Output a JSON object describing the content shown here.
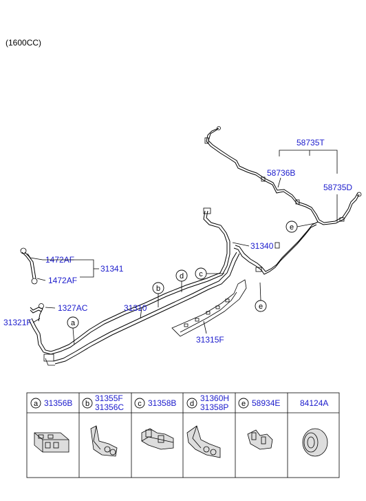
{
  "engine_note": "(1600CC)",
  "parts": {
    "p58735T": "58735T",
    "p58736B": "58736B",
    "p58735D": "58735D",
    "p31340": "31340",
    "p1472AF_top": "1472AF",
    "p31341": "31341",
    "p1472AF_bottom": "1472AF",
    "p1327AC": "1327AC",
    "p31321F": "31321F",
    "p31310": "31310",
    "p31315F": "31315F"
  },
  "callouts": {
    "a": "a",
    "b": "b",
    "c": "c",
    "d": "d",
    "e": "e"
  },
  "table": {
    "cells": [
      {
        "letter": "a",
        "parts": [
          "31356B"
        ]
      },
      {
        "letter": "b",
        "parts": [
          "31355F",
          "31356C"
        ]
      },
      {
        "letter": "c",
        "parts": [
          "31358B"
        ]
      },
      {
        "letter": "d",
        "parts": [
          "31360H",
          "31358P"
        ]
      },
      {
        "letter": "e",
        "parts": [
          "58934E"
        ]
      },
      {
        "letter": "",
        "parts": [
          "84124A"
        ]
      }
    ]
  },
  "colors": {
    "label": "#1a1acc",
    "line": "#000000"
  }
}
